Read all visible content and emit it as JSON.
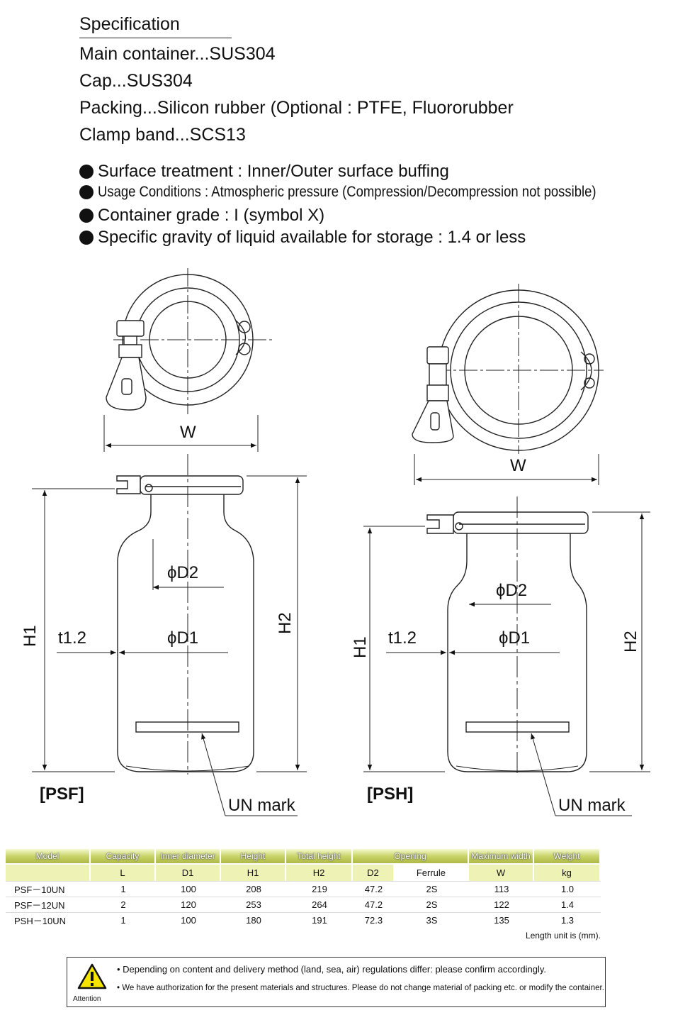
{
  "spec": {
    "title": "Specification",
    "lines": [
      "Main container...SUS304",
      "Cap...SUS304",
      "Packing...Silicon rubber (Optional : PTFE, Fluororubber",
      "Clamp band...SCS13"
    ]
  },
  "bullets": [
    "Surface treatment : Inner/Outer surface buffing",
    "Usage Conditions : Atmospheric pressure (Compression/Decompression not possible)",
    "Container grade : I (symbol X)",
    "Specific gravity of liquid available for storage : 1.4 or less"
  ],
  "diagram": {
    "w": "W",
    "h1": "H1",
    "h2": "H2",
    "d1": "ϕD1",
    "d2": "ϕD2",
    "t": "t1.2",
    "un_mark": "UN mark",
    "psf": "[PSF]",
    "psh": "[PSH]"
  },
  "table": {
    "headers": [
      "Model",
      "Capacity",
      "Inner diameter",
      "Height",
      "Total height",
      "Opening",
      "Maximum width",
      "Weight"
    ],
    "units": [
      "",
      "L",
      "D1",
      "H1",
      "H2",
      "D2",
      "Ferrule",
      "W",
      "kg"
    ],
    "rows": [
      [
        "PSF－10UN",
        "1",
        "100",
        "208",
        "219",
        "47.2",
        "2S",
        "113",
        "1.0"
      ],
      [
        "PSF－12UN",
        "2",
        "120",
        "253",
        "264",
        "47.2",
        "2S",
        "122",
        "1.4"
      ],
      [
        "PSH－10UN",
        "1",
        "100",
        "180",
        "191",
        "72.3",
        "3S",
        "135",
        "1.3"
      ]
    ],
    "note": "Length unit is (mm)."
  },
  "attention": {
    "label": "Attention",
    "lines": [
      "• Depending on content and delivery method (land, sea, air) regulations differ: please confirm accordingly.",
      "• We have authorization for the present materials and structures. Please do not change material of packing etc. or modify the container."
    ]
  },
  "colors": {
    "header_green": "#b7c250",
    "unit_row": "#eef2b4",
    "warning_yellow": "#f5e400"
  }
}
